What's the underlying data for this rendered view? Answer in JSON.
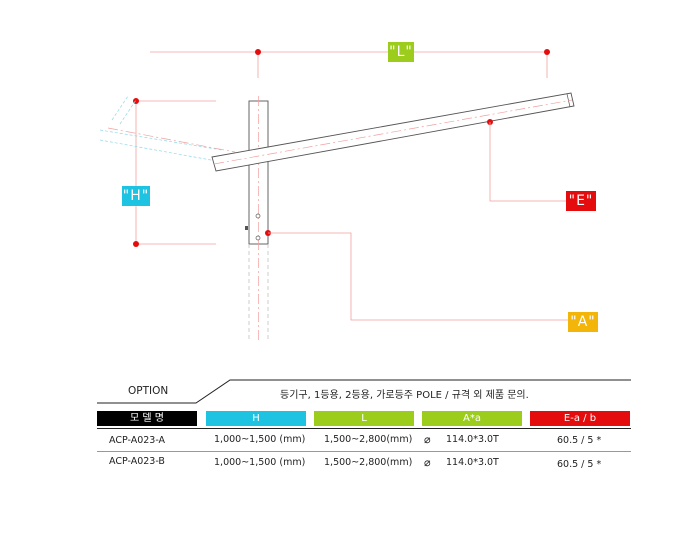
{
  "diagram": {
    "labels": {
      "l": "\"L\"",
      "h": "\"H\"",
      "e": "\"E\"",
      "a": "\"A\""
    },
    "colors": {
      "l": "#9ccc1c",
      "h": "#1ec3e2",
      "e": "#e40c0c",
      "a": "#f3b50a",
      "guide": "#f2a0a0",
      "point": "#e40c0c"
    }
  },
  "option": {
    "label": "OPTION",
    "note": "등기구, 1등용, 2등용, 가로등주 POLE / 규격 외 제품 문의."
  },
  "table": {
    "headers": {
      "model": "모 델 명",
      "h": "H",
      "l": "L",
      "a": "A*a",
      "e": "E-a / b"
    },
    "rows": [
      {
        "model": "ACP-A023-A",
        "h": "1,000~1,500 (mm)",
        "l": "1,500~2,800(mm)",
        "phi": "⌀",
        "a": "114.0*3.0T",
        "e": "60.5 / 5 *"
      },
      {
        "model": "ACP-A023-B",
        "h": "1,000~1,500 (mm)",
        "l": "1,500~2,800(mm)",
        "phi": "⌀",
        "a": "114.0*3.0T",
        "e": "60.5 / 5 *"
      }
    ]
  }
}
